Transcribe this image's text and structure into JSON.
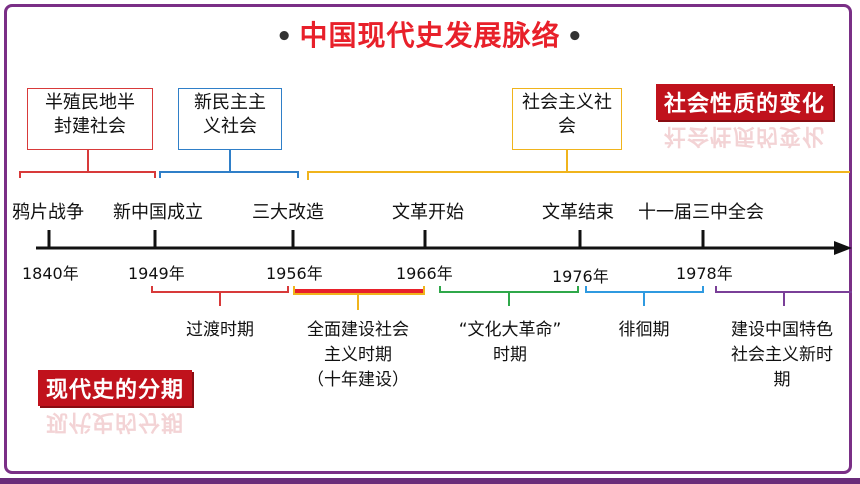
{
  "title": "中国现代史发展脉络",
  "title_dot": "•",
  "society_boxes": [
    {
      "label": "半殖民地半\n封建社会",
      "color": "#d83a3a"
    },
    {
      "label": "新民主主\n义社会",
      "color": "#2f7fc8"
    },
    {
      "label": "社会主义社\n会",
      "color": "#f0b41c"
    }
  ],
  "events": [
    "鸦片战争",
    "新中国成立",
    "三大改造",
    "文革开始",
    "文革结束",
    "十一届三中全会"
  ],
  "years": [
    "1840年",
    "1949年",
    "1956年",
    "1966年",
    "1976年",
    "1978年"
  ],
  "periods": [
    {
      "label": "过渡时期",
      "color": "#d83a3a"
    },
    {
      "label": "全面建设社会\n主义时期\n（十年建设）",
      "color": "#f0b41c"
    },
    {
      "label": "“文化大革命”\n时期",
      "color": "#2fa84a"
    },
    {
      "label": "徘徊期",
      "color": "#2f9ae0"
    },
    {
      "label": "建设中国特色\n社会主义新时\n期",
      "color": "#7a3f98"
    }
  ],
  "banner_nature": "社会性质的变化",
  "banner_periods": "现代史的分期"
}
